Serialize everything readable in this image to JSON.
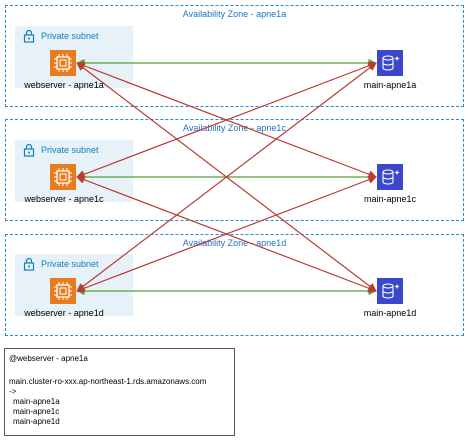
{
  "zones": [
    {
      "title": "Availability Zone - apne1a",
      "subnet_label": "Private subnet",
      "webserver_label": "webserver - apne1a",
      "db_label": "main-apne1a"
    },
    {
      "title": "Availability Zone - apne1c",
      "subnet_label": "Private subnet",
      "webserver_label": "webserver - apne1c",
      "db_label": "main-apne1c"
    },
    {
      "title": "Availability Zone - apne1d",
      "subnet_label": "Private subnet",
      "webserver_label": "webserver - apne1d",
      "db_label": "main-apne1d"
    }
  ],
  "connections": [
    {
      "from": "webserver - apne1a",
      "to": "main-apne1a",
      "color": "#5b9e3a"
    },
    {
      "from": "webserver - apne1c",
      "to": "main-apne1c",
      "color": "#5b9e3a"
    },
    {
      "from": "webserver - apne1d",
      "to": "main-apne1d",
      "color": "#5b9e3a"
    },
    {
      "from": "webserver - apne1a",
      "to": "main-apne1c",
      "color": "#b83c34"
    },
    {
      "from": "webserver - apne1a",
      "to": "main-apne1d",
      "color": "#b83c34"
    },
    {
      "from": "webserver - apne1c",
      "to": "main-apne1a",
      "color": "#b83c34"
    },
    {
      "from": "webserver - apne1c",
      "to": "main-apne1d",
      "color": "#b83c34"
    },
    {
      "from": "webserver - apne1d",
      "to": "main-apne1a",
      "color": "#b83c34"
    },
    {
      "from": "webserver - apne1d",
      "to": "main-apne1c",
      "color": "#b83c34"
    }
  ],
  "note": {
    "lines": [
      "@webserver - apne1a",
      "",
      "main.cluster-ro-xxx.ap-northeast-1.rds.amazonaws.com",
      "->",
      "  main-apne1a",
      "  main-apne1c",
      "  main-apne1d"
    ]
  },
  "colors": {
    "az_border": "#1f8ee0",
    "az_title": "#1f73c4",
    "subnet_fill": "#e6f2f8",
    "subnet_text": "#147eba",
    "ec2_orange": "#e87b1e",
    "rds_blue": "#3b48cc",
    "same_az_line": "#5b9e3a",
    "cross_az_line": "#b83c34"
  },
  "icons": {
    "subnet": "lock-icon",
    "webserver": "ec2-instance-icon",
    "database": "rds-database-icon"
  }
}
